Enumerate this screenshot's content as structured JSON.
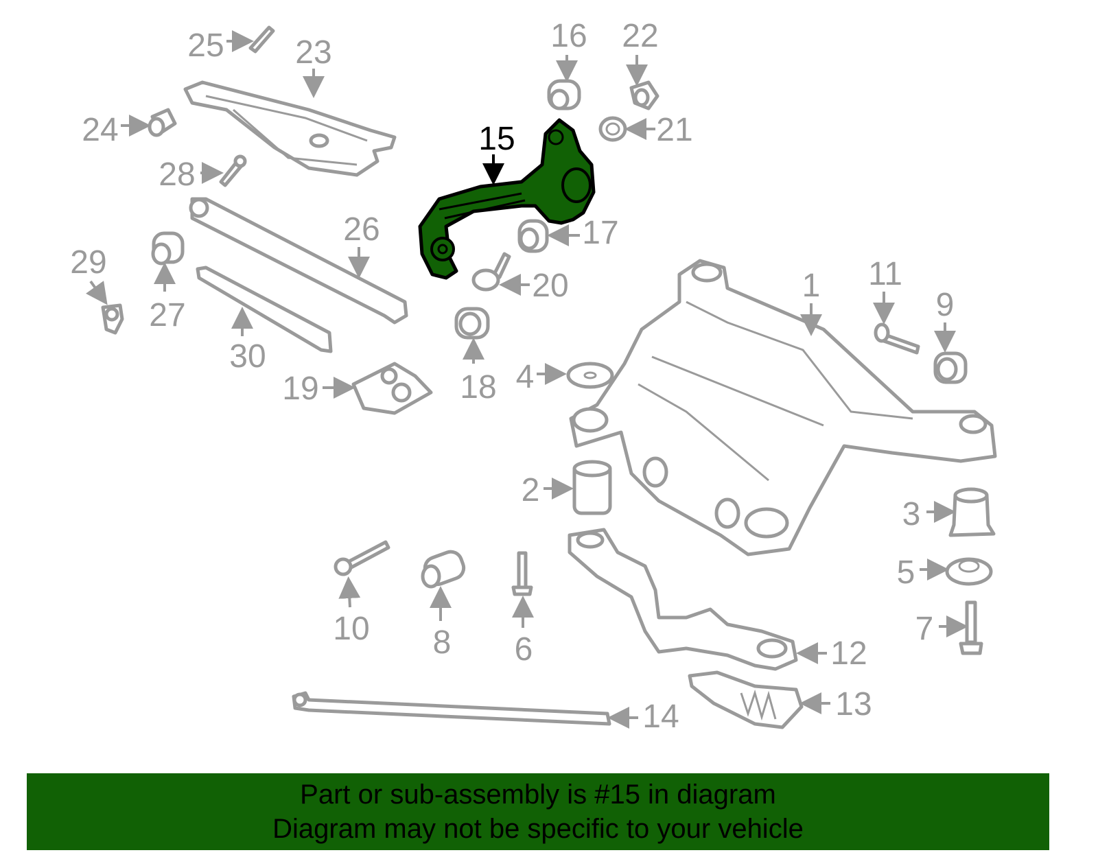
{
  "diagram": {
    "highlighted_part": "15",
    "highlight_color": "#116105",
    "callouts": {
      "p1": "1",
      "p2": "2",
      "p3": "3",
      "p4": "4",
      "p5": "5",
      "p6": "6",
      "p7": "7",
      "p8": "8",
      "p9": "9",
      "p10": "10",
      "p11": "11",
      "p12": "12",
      "p13": "13",
      "p14": "14",
      "p15": "15",
      "p16": "16",
      "p17": "17",
      "p18": "18",
      "p19": "19",
      "p20": "20",
      "p21": "21",
      "p22": "22",
      "p23": "23",
      "p24": "24",
      "p25": "25",
      "p26": "26",
      "p27": "27",
      "p28": "28",
      "p29": "29",
      "p30": "30"
    }
  },
  "banner": {
    "line1": "Part or sub-assembly is #15 in diagram",
    "line2": "Diagram may not be specific to your vehicle",
    "color": "#116105"
  }
}
